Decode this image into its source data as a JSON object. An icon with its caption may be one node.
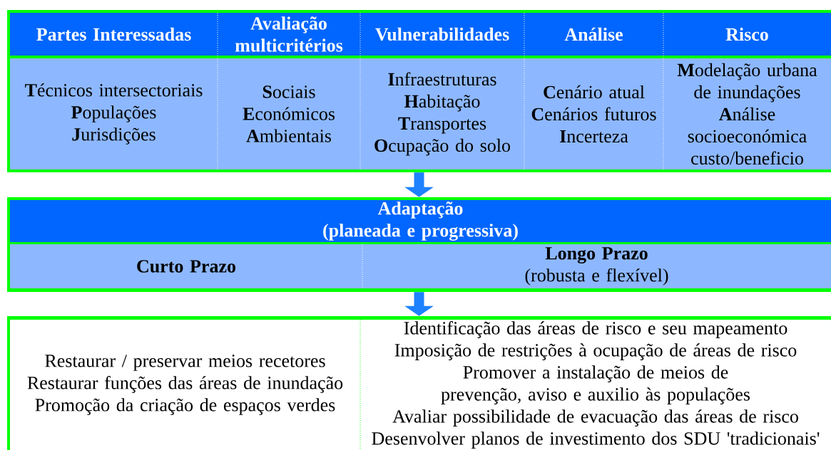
{
  "diagram": {
    "nodes": [
      {
        "text": [],
        "shape": "box"
      },
      {
        "text": [
          "Partes Interessadas"
        ],
        "in": 0
      },
      {
        "text": [
          "Avaliação multicritérios"
        ],
        "in": 0
      },
      {
        "text": [
          "Vulnerabilidades"
        ],
        "in": 0
      },
      {
        "text": [
          "Análise"
        ],
        "in": 0
      },
      {
        "text": [
          "Risco"
        ],
        "in": 0
      },
      {
        "text": [
          "**T**écnicos intersectoriais",
          "**P**opulações",
          "**J**urisdições"
        ],
        "in": 0
      },
      {
        "text": [
          "**S**ociais",
          "**E**conómicos",
          "**A**mbientais"
        ],
        "in": 0
      },
      {
        "text": [
          "**I**nfraestruturas",
          "**H**abitação",
          "**T**ransportes",
          "**O**cupação do solo"
        ],
        "in": 0
      },
      {
        "text": [
          "**C**enário atual",
          "**C**enários futuros",
          "**I**ncerteza"
        ],
        "in": 0
      },
      {
        "text": [
          "**M**odelação urbana de inundações",
          "**A**nálise socioeconómica custo/beneficio"
        ],
        "in": 0
      },
      {
        "text": [],
        "shape": "box"
      },
      {
        "text": [
          "Adaptação",
          "(planeada e progressiva)"
        ],
        "in": 11
      },
      {
        "text": [
          "Curto Prazo"
        ],
        "in": 11
      },
      {
        "text": [
          "Longo Prazo",
          "(robusta e flexível)"
        ],
        "in": 11
      },
      {
        "text": [],
        "shape": "box"
      },
      {
        "text": [
          "Restaurar / preservar meios recetores",
          "Restaurar funções das áreas de inundação",
          "Promoção da criação de espaços verdes"
        ],
        "in": 15
      },
      {
        "text": [
          "Identificação das áreas de risco e seu mapeamento",
          "Imposição de restrições à ocupação de áreas de risco",
          "Promover a instalação de meios de prevenção, aviso e auxilio às populações",
          "Avaliar possibilidade de evacuação das áreas de risco",
          "Desenvolver planos de investimento dos SDU 'tradicionais'"
        ],
        "in": 15
      }
    ],
    "edges": [
      {
        "from": 0,
        "to": 11,
        "arrow": "to"
      },
      {
        "from": 11,
        "to": 15,
        "arrow": "to"
      }
    ]
  }
}
